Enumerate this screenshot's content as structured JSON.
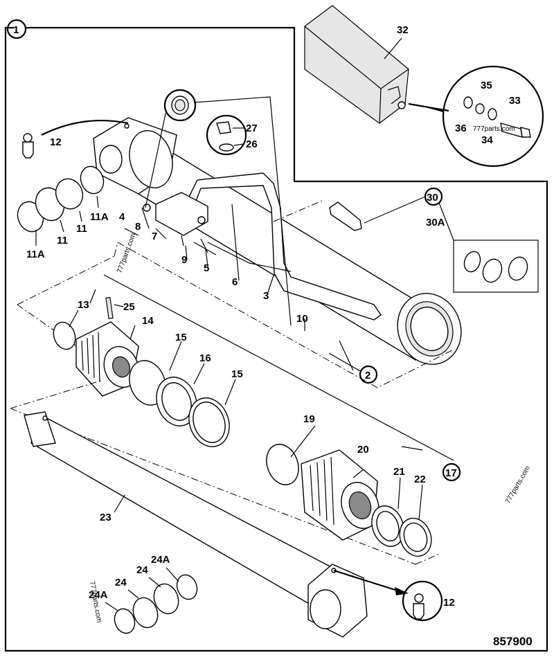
{
  "diagram": {
    "drawing_number": "857900",
    "watermark": "777parts.com",
    "labels": {
      "l1": "1",
      "l2": "2",
      "l3": "3",
      "l4": "4",
      "l5": "5",
      "l6": "6",
      "l7": "7",
      "l8": "8",
      "l9": "9",
      "l10": "10",
      "l11a": "11",
      "l11b": "11",
      "l11A_a": "11A",
      "l11A_b": "11A",
      "l12a": "12",
      "l12b": "12",
      "l13": "13",
      "l14": "14",
      "l15a": "15",
      "l15b": "15",
      "l16": "16",
      "l17": "17",
      "l19": "19",
      "l20": "20",
      "l21": "21",
      "l22": "22",
      "l23": "23",
      "l24a": "24",
      "l24b": "24",
      "l24A_a": "24A",
      "l24A_b": "24A",
      "l25": "25",
      "l26": "26",
      "l27": "27",
      "l30": "30",
      "l30A": "30A",
      "l32": "32",
      "l33": "33",
      "l34": "34",
      "l35": "35",
      "l36": "36"
    }
  }
}
